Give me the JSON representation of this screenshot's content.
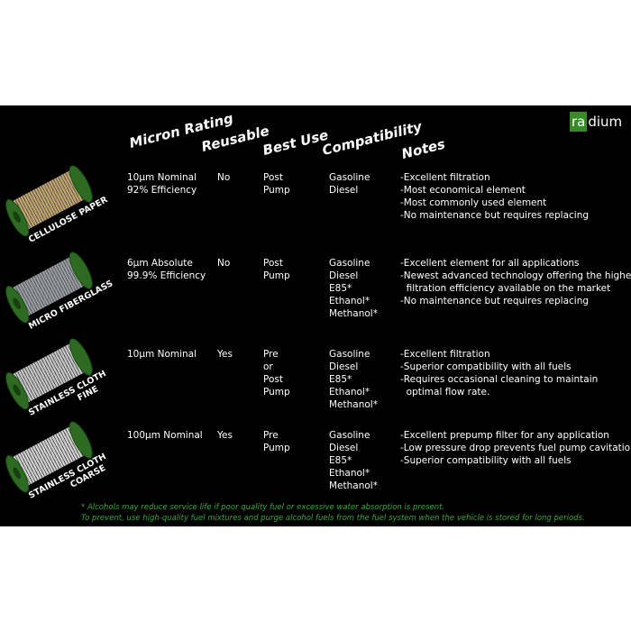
{
  "brand": {
    "logo_first": "ra",
    "logo_rest": "dium"
  },
  "headers": {
    "micron": "Micron Rating",
    "reusable": "Reusable",
    "best_use": "Best Use",
    "compatibility": "Compatibility",
    "notes": "Notes"
  },
  "rows": [
    {
      "element": [
        "CELLULOSE PAPER"
      ],
      "color": "#c8a86a",
      "micron": [
        "10µm Nominal",
        "92% Efficiency"
      ],
      "reusable": "No",
      "best_use": [
        "Post",
        "Pump"
      ],
      "compatibility": [
        "Gasoline",
        "Diesel"
      ],
      "notes": [
        "-Excellent filtration",
        "-Most economical element",
        "-Most commonly used element",
        "-No maintenance but requires replacing"
      ]
    },
    {
      "element": [
        "MICRO FIBERGLASS"
      ],
      "color": "#9a9ea6",
      "micron": [
        "6µm Absolute",
        "99.9% Efficiency"
      ],
      "reusable": "No",
      "best_use": [
        "Post",
        "Pump"
      ],
      "compatibility": [
        "Gasoline",
        "Diesel",
        "E85*",
        "Ethanol*",
        "Methanol*"
      ],
      "notes": [
        "-Excellent element for all applications",
        "-Newest advanced technology offering the highest",
        "  filtration efficiency available on the market",
        "-No maintenance but requires replacing"
      ]
    },
    {
      "element": [
        "STAINLESS CLOTH",
        "FINE"
      ],
      "color": "#c9c9c9",
      "micron": [
        "10µm Nominal"
      ],
      "reusable": "Yes",
      "best_use": [
        "Pre",
        "or",
        "Post",
        "Pump"
      ],
      "compatibility": [
        "Gasoline",
        "Diesel",
        "E85*",
        "Ethanol*",
        "Methanol*"
      ],
      "notes": [
        "-Excellent filtration",
        "-Superior compatibility with all fuels",
        "-Requires occasional cleaning to maintain",
        "  optimal flow rate."
      ]
    },
    {
      "element": [
        "STAINLESS CLOTH",
        "COARSE"
      ],
      "color": "#d4d4d4",
      "micron": [
        "100µm Nominal"
      ],
      "reusable": "Yes",
      "best_use": [
        "Pre",
        "Pump"
      ],
      "compatibility": [
        "Gasoline",
        "Diesel",
        "E85*",
        "Ethanol*",
        "Methanol*"
      ],
      "notes": [
        "-Excellent prepump filter for any application",
        "-Low pressure drop prevents fuel pump cavitation",
        "-Superior compatibility with all fuels"
      ]
    }
  ],
  "footnote": [
    "* Alcohols may reduce service life if poor quality fuel or excessive water absorption is present.",
    "To prevent, use high-quality fuel mixtures and purge alcohol fuels from the fuel system when the vehicle is stored for long periods."
  ]
}
